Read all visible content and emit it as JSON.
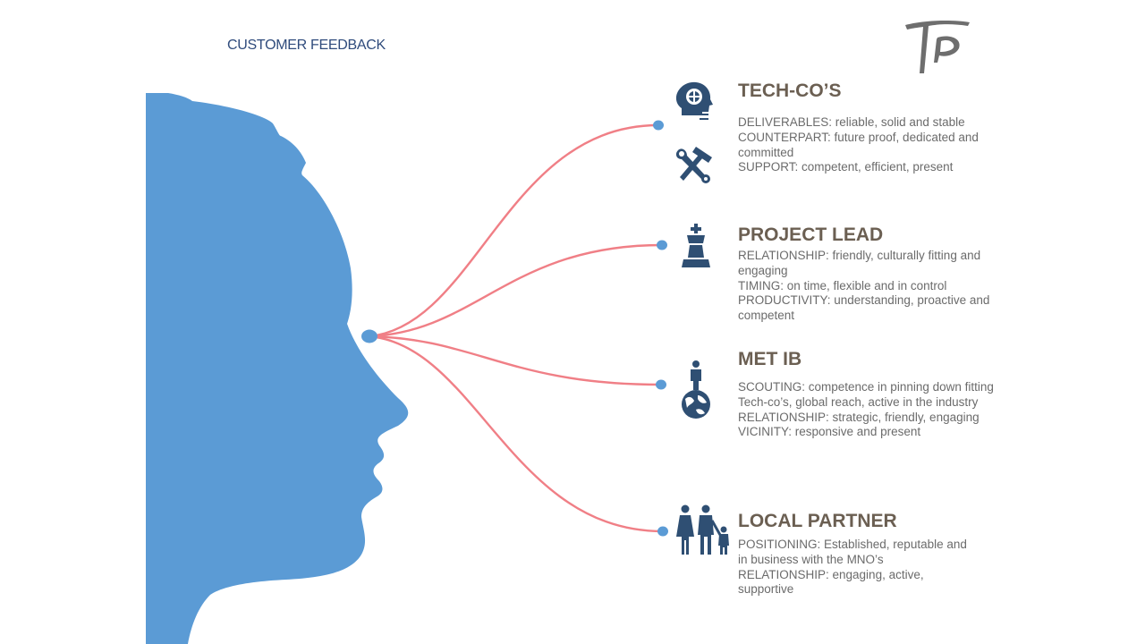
{
  "header": {
    "title": "CUSTOMER FEEDBACK"
  },
  "colors": {
    "head": "#5b9bd5",
    "connector": "#f07f86",
    "node": "#5b9bd5",
    "icon": "#2f4f73",
    "title_text": "#6b5f52",
    "body_text": "#6b6b6b"
  },
  "sections": [
    {
      "title": "TECH-CO’S",
      "lines": [
        "DELIVERABLES: reliable, solid and stable",
        "COUNTERPART: future proof, dedicated and committed",
        "SUPPORT: competent, efficient, present"
      ],
      "icons": [
        "brain-head-icon",
        "tools-icon"
      ]
    },
    {
      "title": "PROJECT LEAD",
      "lines": [
        "RELATIONSHIP: friendly, culturally fitting and engaging",
        "TIMING: on time,  flexible and in control",
        "PRODUCTIVITY: understanding, proactive and competent"
      ],
      "icons": [
        "chess-king-icon"
      ]
    },
    {
      "title": "MET IB",
      "lines": [
        "SCOUTING: competence in  pinning down fitting Tech-co’s, global reach, active in the industry",
        "RELATIONSHIP: strategic, friendly, engaging",
        "VICINITY: responsive and present"
      ],
      "icons": [
        "person-on-globe-icon"
      ]
    },
    {
      "title": "LOCAL PARTNER",
      "lines": [
        "POSITIONING: Established, reputable and in business with the MNO’s",
        "RELATIONSHIP: engaging, active, supportive"
      ],
      "icons": [
        "family-icon"
      ]
    }
  ]
}
